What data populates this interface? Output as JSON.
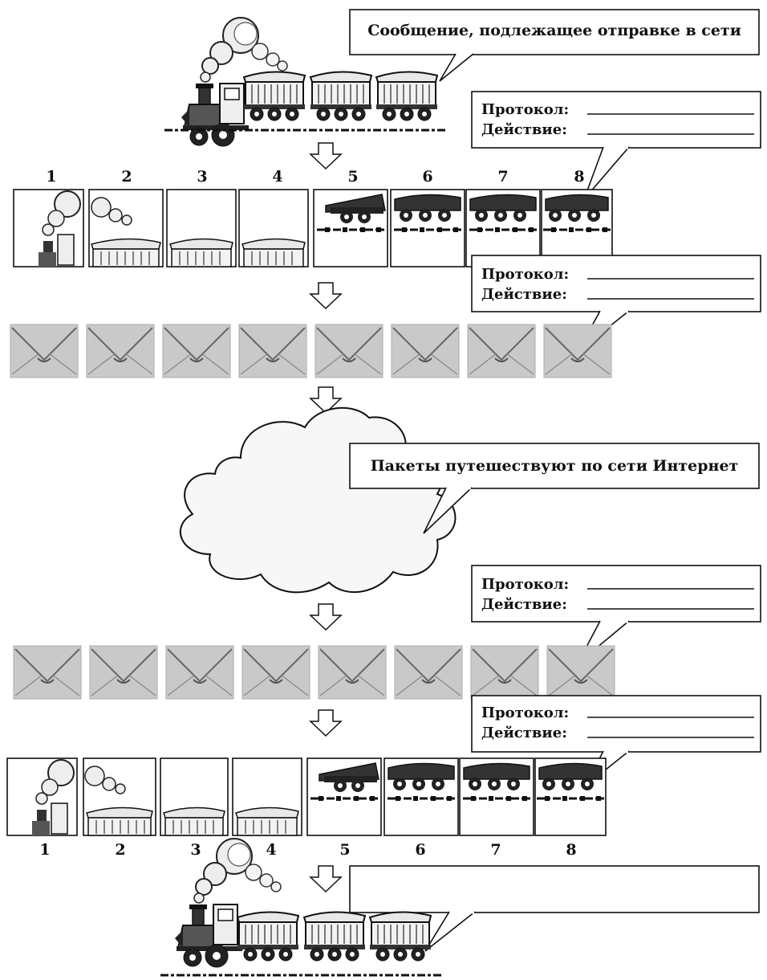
{
  "top_message": "Сообщение, подлежащее отправке в сети",
  "cloud_message": "Пакеты путешествуют по сети Интернет",
  "bottom_message": "",
  "protocol_label": "Протокол:",
  "action_label": "Действие:",
  "fragment_numbers_top": [
    "1",
    "2",
    "3",
    "4",
    "5",
    "6",
    "7",
    "8"
  ],
  "fragment_numbers_bottom": [
    "1",
    "2",
    "3",
    "4",
    "5",
    "6",
    "7",
    "8"
  ]
}
